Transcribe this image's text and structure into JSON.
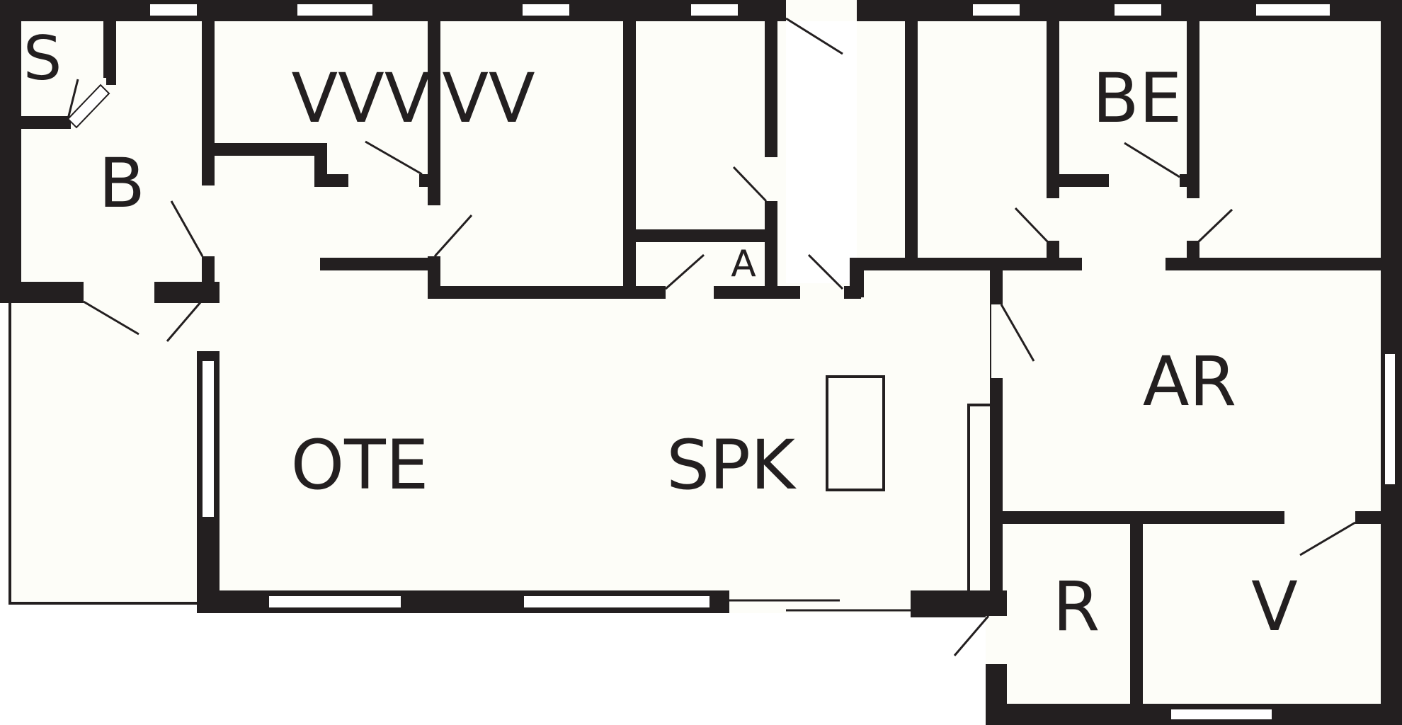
{
  "plan": {
    "colors": {
      "wall": "#231f20",
      "floor": "#fdfdf8",
      "window": "#ffffff",
      "background": "#ffffff"
    },
    "rooms": {
      "s": "S",
      "b": "B",
      "vvv": "VVV",
      "vv": "VV",
      "a": "A",
      "be": "BE",
      "ote": "OTE",
      "spk": "SPK",
      "ar": "AR",
      "r": "R",
      "v": "V"
    }
  }
}
